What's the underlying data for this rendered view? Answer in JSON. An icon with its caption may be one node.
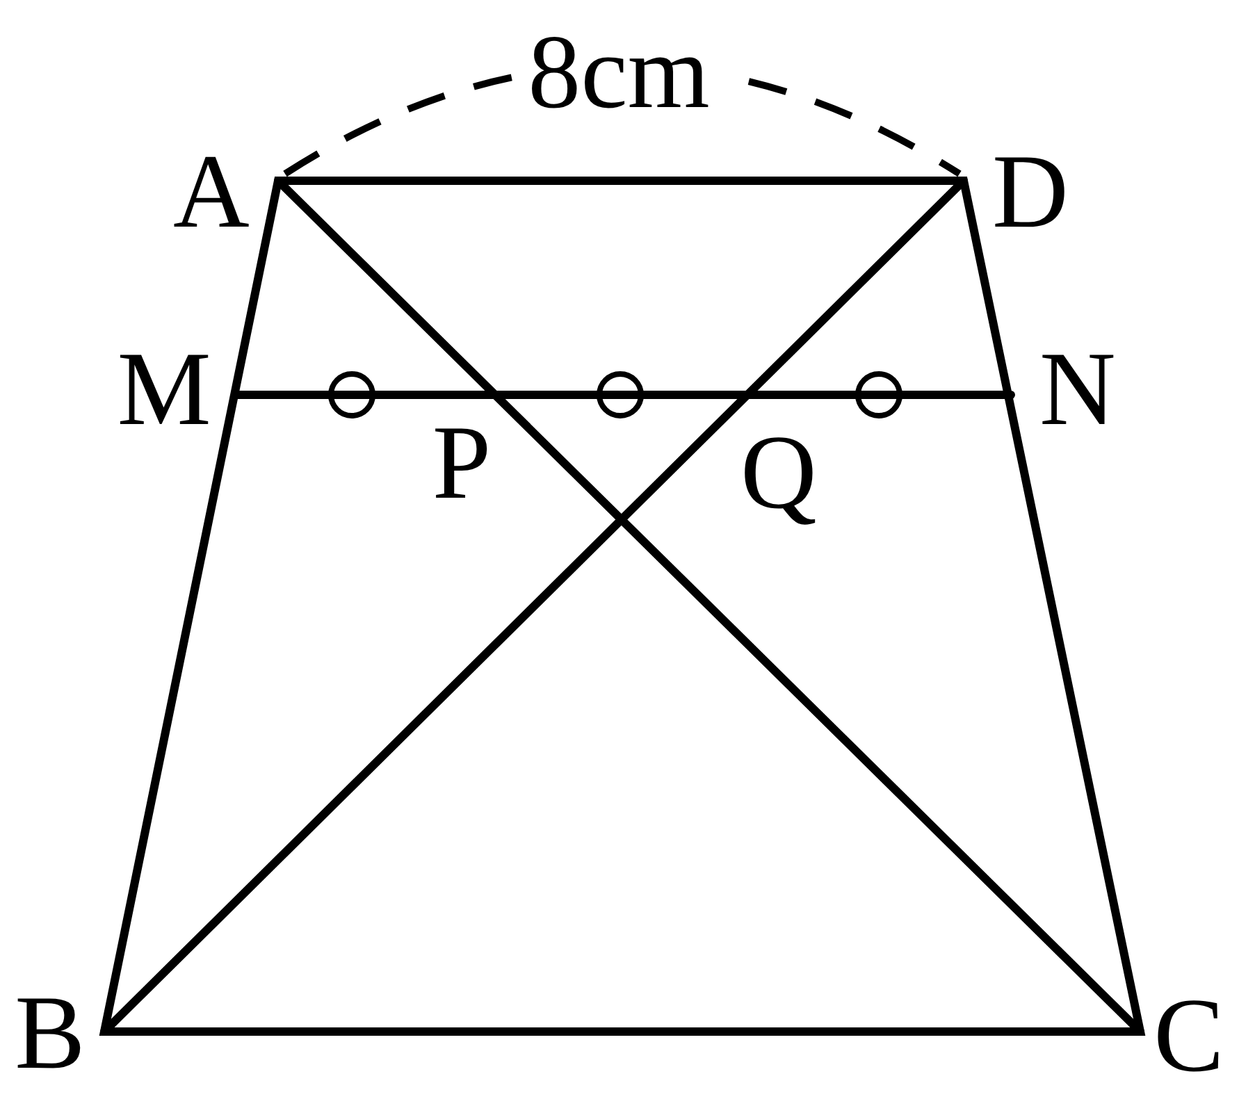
{
  "diagram": {
    "labels": [
      "8cm",
      "A",
      "D",
      "M",
      "N",
      "P",
      "Q",
      "B",
      "C"
    ]
  }
}
